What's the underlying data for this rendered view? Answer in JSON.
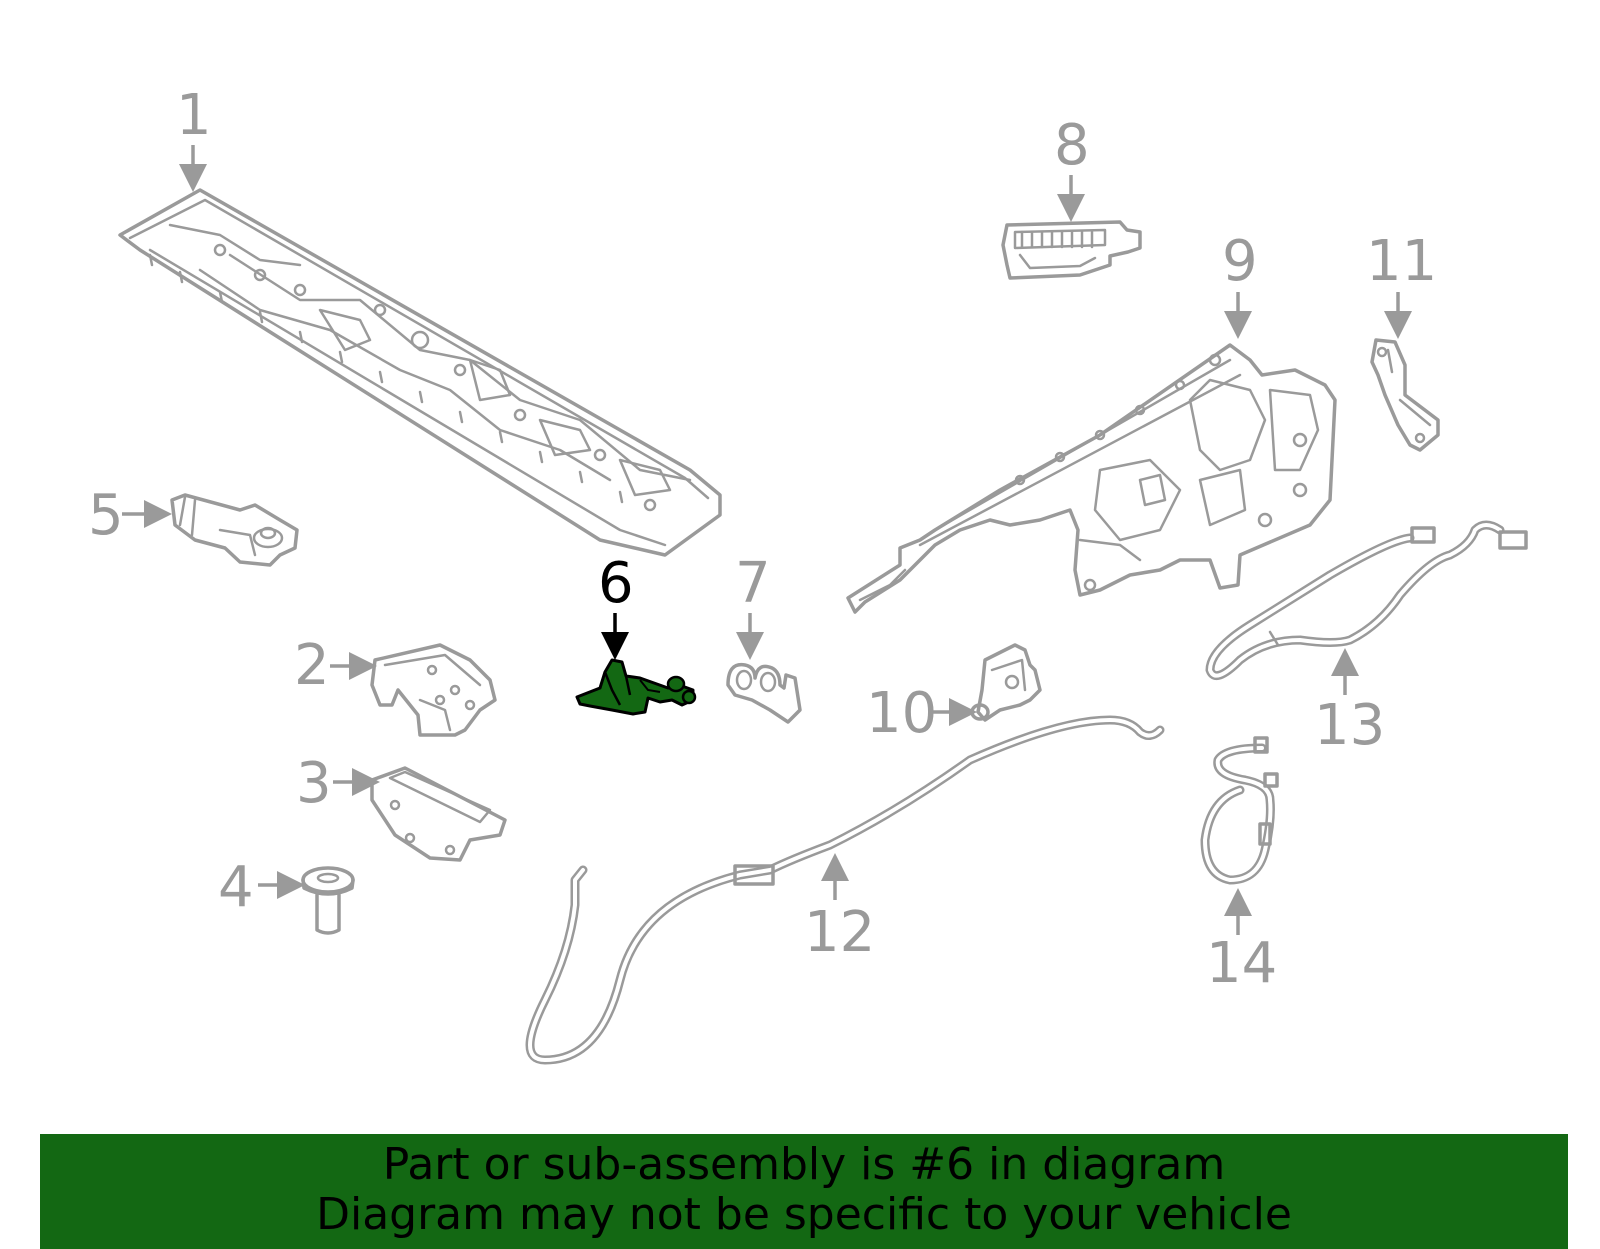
{
  "callouts": [
    {
      "id": 1,
      "label": "1",
      "highlighted": false
    },
    {
      "id": 2,
      "label": "2",
      "highlighted": false
    },
    {
      "id": 3,
      "label": "3",
      "highlighted": false
    },
    {
      "id": 4,
      "label": "4",
      "highlighted": false
    },
    {
      "id": 5,
      "label": "5",
      "highlighted": false
    },
    {
      "id": 6,
      "label": "6",
      "highlighted": true
    },
    {
      "id": 7,
      "label": "7",
      "highlighted": false
    },
    {
      "id": 8,
      "label": "8",
      "highlighted": false
    },
    {
      "id": 9,
      "label": "9",
      "highlighted": false
    },
    {
      "id": 10,
      "label": "10",
      "highlighted": false
    },
    {
      "id": 11,
      "label": "11",
      "highlighted": false
    },
    {
      "id": 12,
      "label": "12",
      "highlighted": false
    },
    {
      "id": 13,
      "label": "13",
      "highlighted": false
    },
    {
      "id": 14,
      "label": "14",
      "highlighted": false
    }
  ],
  "banner": {
    "line1": "Part or sub-assembly is #6 in diagram",
    "line2": "Diagram may not be specific to your vehicle"
  },
  "colors": {
    "part_outline": "#9a9a9a",
    "highlight_fill": "#136813",
    "highlight_label": "#000000",
    "banner_background": "#136813",
    "banner_text": "#000000"
  }
}
